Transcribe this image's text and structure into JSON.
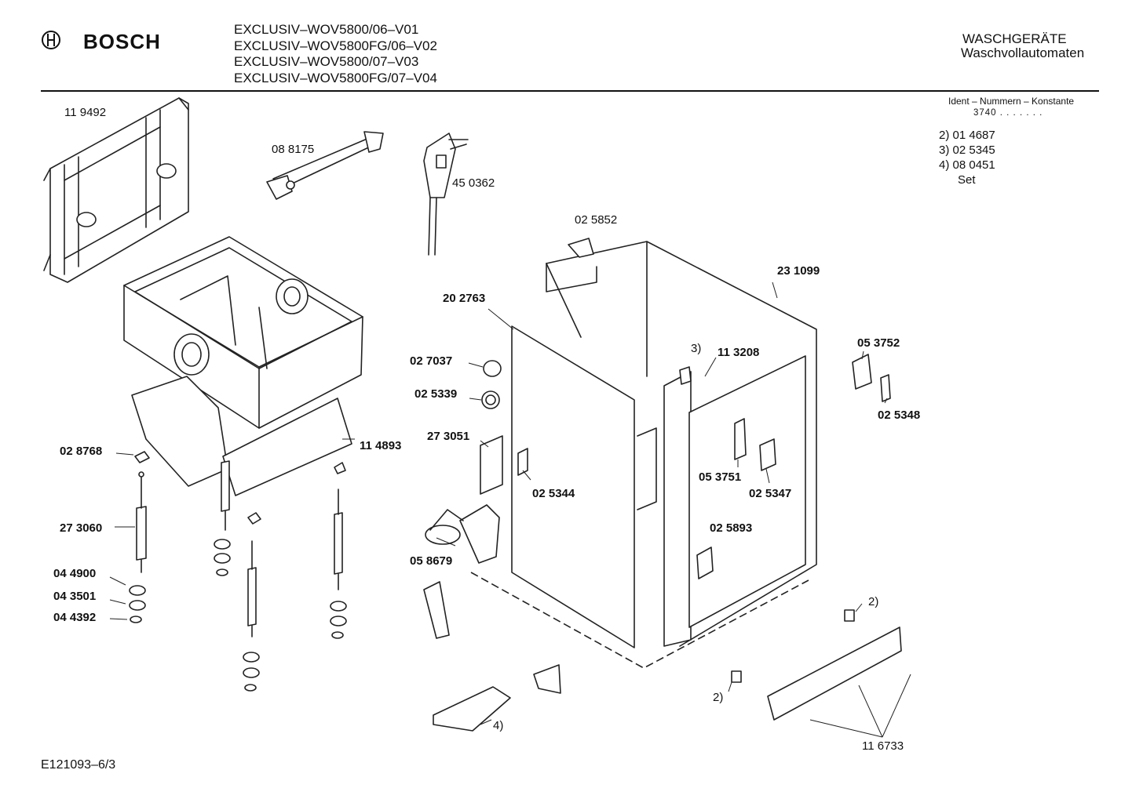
{
  "header": {
    "brand": "BOSCH",
    "models": [
      "EXCLUSIV–WOV5800/06–V01",
      "EXCLUSIV–WOV5800FG/06–V02",
      "EXCLUSIV–WOV5800/07–V03",
      "EXCLUSIV–WOV5800FG/07–V04"
    ],
    "category": "WASCHGERÄTE",
    "subcategory": "Waschvollautomaten"
  },
  "ident": {
    "title": "Ident – Nummern – Konstante",
    "constant": "3740 . . .  . . . ."
  },
  "footnotes": [
    "2)  01 4687",
    "3)  02 5345",
    "4)  08 0451",
    "Set"
  ],
  "parts": {
    "p119492": "11 9492",
    "p088175": "08 8175",
    "p450362": "45 0362",
    "p025852": "02 5852",
    "p231099": "23 1099",
    "p202763": "20 2763",
    "p027037": "02 7037",
    "p025339": "02 5339",
    "p273051": "27 3051",
    "p025344": "02 5344",
    "p058679": "05 8679",
    "ref3": "3)",
    "p113208": "11 3208",
    "p053752": "05 3752",
    "p025348": "02 5348",
    "p053751": "05 3751",
    "p025347": "02 5347",
    "p025893": "02 5893",
    "p028768": "02 8768",
    "p114893": "11 4893",
    "p273060": "27 3060",
    "p044900": "04 4900",
    "p043501": "04 3501",
    "p044392": "04 4392",
    "ref2a": "2)",
    "ref2b": "2)",
    "ref4": "4)",
    "p116733": "11 6733"
  },
  "footer": {
    "code": "E121093–6/3"
  }
}
